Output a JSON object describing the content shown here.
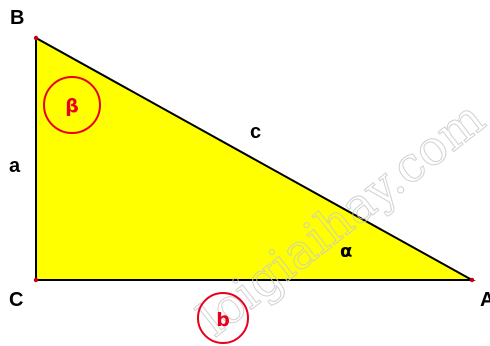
{
  "diagram": {
    "vertices": {
      "top": "B",
      "right_angle": "C",
      "acute": "A"
    },
    "sides": {
      "vertical": "a",
      "hypotenuse": "c",
      "base": "b"
    },
    "angles": {
      "at_B": "β",
      "at_A": "α"
    },
    "watermark": "loigiaihay.com",
    "colors": {
      "fill": "#ffff00",
      "stroke": "#000000",
      "highlight": "#e8001c",
      "vertex_dot": "#c0001a"
    }
  }
}
